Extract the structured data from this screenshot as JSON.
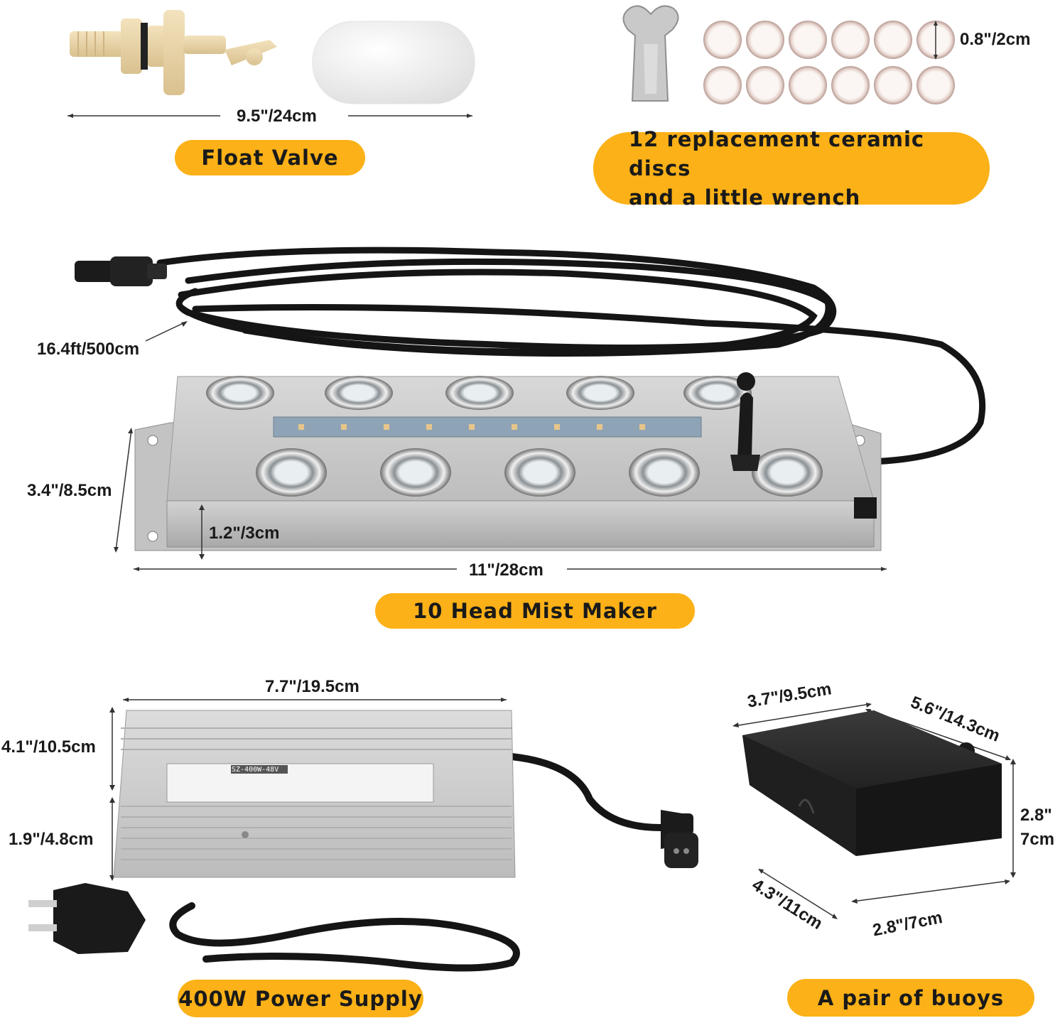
{
  "colors": {
    "accent": "#FBB117",
    "steel": "#c9c9c9",
    "cable": "#151515"
  },
  "float_valve": {
    "label": "Float Valve",
    "length": "9.5\"/24cm"
  },
  "discs": {
    "label_line1": "12 replacement ceramic discs",
    "label_line2": "and a little wrench",
    "diameter": "0.8\"/2cm",
    "count": 12
  },
  "mist_maker": {
    "label": "10 Head Mist Maker",
    "cable_length": "16.4ft/500cm",
    "depth": "3.4\"/8.5cm",
    "height": "1.2\"/3cm",
    "length": "11\"/28cm",
    "head_count": 10
  },
  "power_supply": {
    "label": "400W Power Supply",
    "width": "7.7\"/19.5cm",
    "depth": "4.1\"/10.5cm",
    "height": "1.9\"/4.8cm",
    "model": "SZ-400W-48V"
  },
  "buoys": {
    "label": "A pair of buoys",
    "top_width": "3.7\"/9.5cm",
    "top_length": "5.6\"/14.3cm",
    "height_line1": "2.8\"",
    "height_line2": "7cm",
    "bottom_length": "4.3\"/11cm",
    "bottom_width": "2.8\"/7cm"
  }
}
